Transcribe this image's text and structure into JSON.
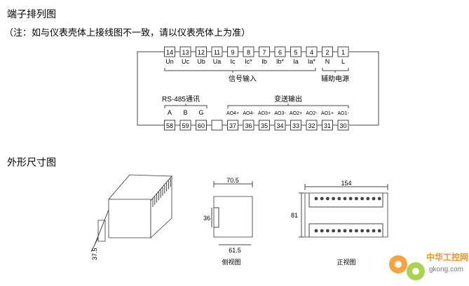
{
  "section1": {
    "title": "端子排列图",
    "note": "（注：如与仪表壳体上接线图不一致，请以仪表壳体上为准）"
  },
  "terminals": {
    "top": [
      {
        "num": "14",
        "label": "Un"
      },
      {
        "num": "13",
        "label": "Uc"
      },
      {
        "num": "12",
        "label": "Ub"
      },
      {
        "num": "11",
        "label": "Ua"
      },
      {
        "num": "9",
        "label": "Ic"
      },
      {
        "num": "8",
        "label": "Ic*"
      },
      {
        "num": "7",
        "label": "Ib"
      },
      {
        "num": "6",
        "label": "Ib*"
      },
      {
        "num": "5",
        "label": "Ia"
      },
      {
        "num": "4",
        "label": "Ia*"
      },
      {
        "num": "2",
        "label": "N"
      },
      {
        "num": "1",
        "label": "L"
      }
    ],
    "top_groups": {
      "signal_input": "信号输入",
      "aux_power": "辅助电源"
    },
    "bottom": [
      {
        "num": "58",
        "label": "A"
      },
      {
        "num": "59",
        "label": "B"
      },
      {
        "num": "60",
        "label": "G"
      },
      {
        "num": "",
        "label": ""
      },
      {
        "num": "37",
        "label": "AO4+"
      },
      {
        "num": "36",
        "label": "AO4-"
      },
      {
        "num": "35",
        "label": "AO3+"
      },
      {
        "num": "34",
        "label": "AO3-"
      },
      {
        "num": "33",
        "label": "AO2+"
      },
      {
        "num": "32",
        "label": "AO2-"
      },
      {
        "num": "31",
        "label": "AO1+"
      },
      {
        "num": "30",
        "label": "AO1-"
      }
    ],
    "bottom_groups": {
      "rs485": "RS-485通讯",
      "transmit_output": "变送输出"
    }
  },
  "section2": {
    "title": "外形尺寸图"
  },
  "dimensions": {
    "iso_depth": "37.5",
    "side_width": "70.5",
    "side_height": "36",
    "side_base": "61.5",
    "front_width": "154",
    "front_height": "81"
  },
  "captions": {
    "side": "侧视图",
    "front": "正视图"
  },
  "watermark": {
    "cn": "中华工控网",
    "en": "gkong.com"
  }
}
